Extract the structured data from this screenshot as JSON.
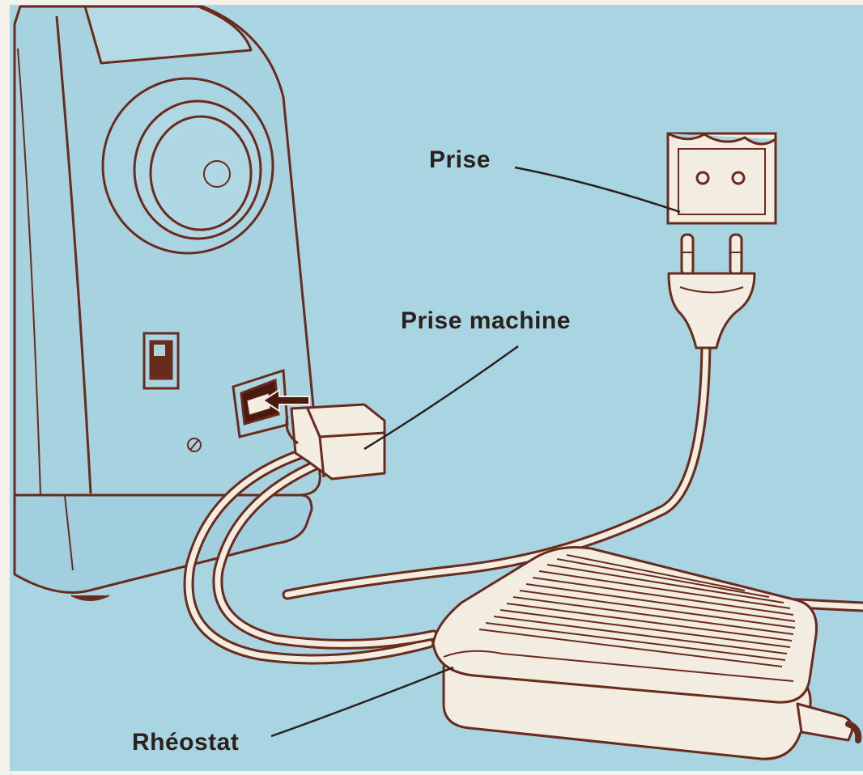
{
  "labels": {
    "outlet": "Prise",
    "machine_socket": "Prise machine",
    "rheostat": "Rhéostat"
  },
  "colors": {
    "background": "#a9d4e2",
    "line": "#6a2a1c",
    "machine_fill": "#a9d4e2",
    "accessory_fill": "#f3ece0",
    "label_text": "#2a211d"
  },
  "icons": {
    "power_switch": "rocker-switch-icon",
    "socket_arrow": "insert-arrow-icon"
  }
}
